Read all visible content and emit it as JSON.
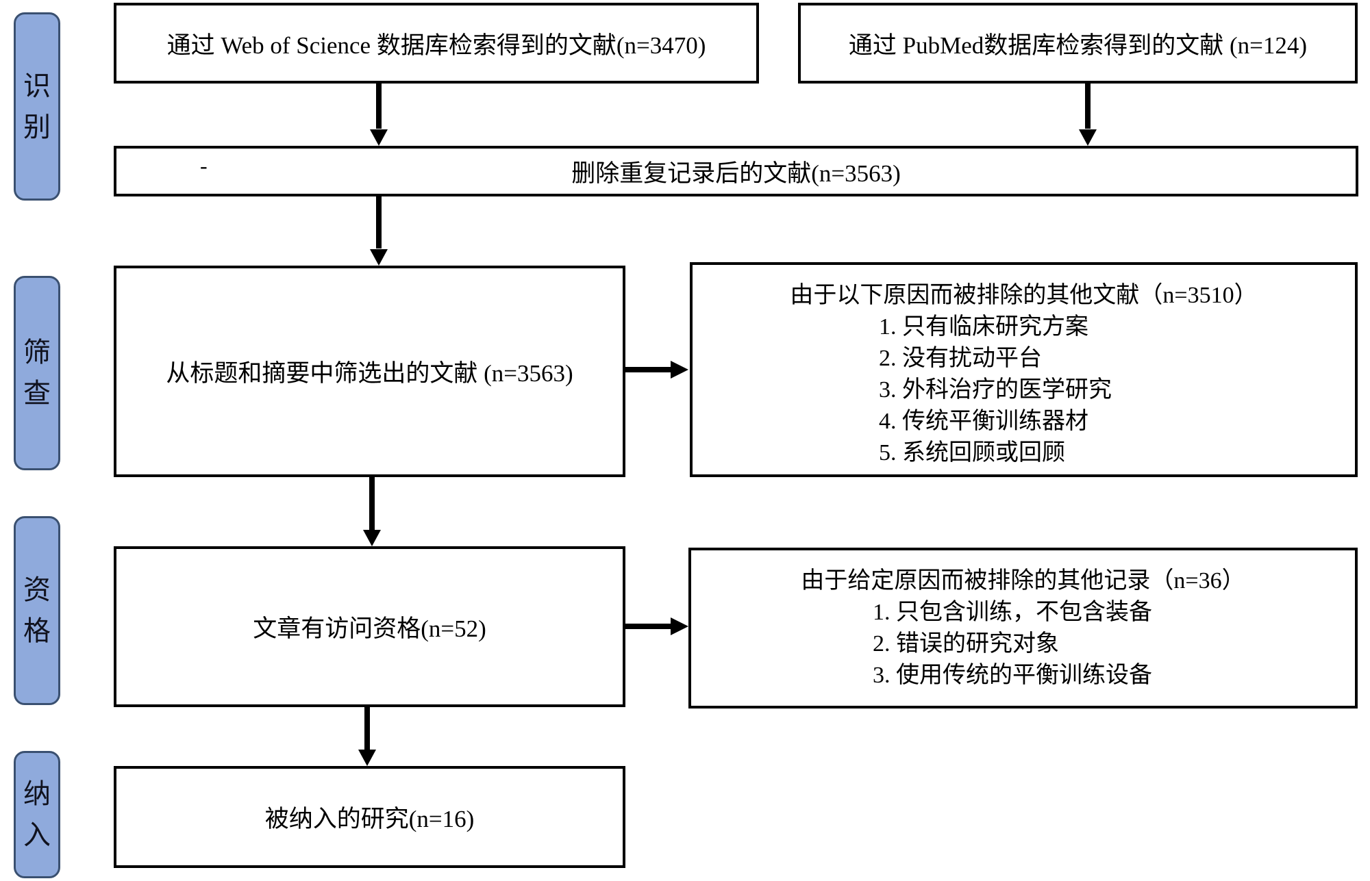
{
  "stages": [
    {
      "label": "识别"
    },
    {
      "label": "筛查"
    },
    {
      "label": "资格"
    },
    {
      "label": "纳入"
    }
  ],
  "boxes": {
    "source_wos": "通过 Web of Science 数据库检索得到的文献(n=3470)",
    "source_pubmed": "通过 PubMed数据库检索得到的文献 (n=124)",
    "deduplicated": "删除重复记录后的文献(n=3563)",
    "deduplicated_dash": "-",
    "title_abstract_screened": "从标题和摘要中筛选出的文献 (n=3563)",
    "eligible_fulltext": "文章有访问资格(n=52)",
    "included_studies": "被纳入的研究(n=16)"
  },
  "exclusion_screening": {
    "heading": "由于以下原因而被排除的其他文献（n=3510）",
    "items": [
      "1. 只有临床研究方案",
      "2. 没有扰动平台",
      "3. 外科治疗的医学研究",
      "4. 传统平衡训练器材",
      "5. 系统回顾或回顾"
    ]
  },
  "exclusion_eligibility": {
    "heading": "由于给定原因而被排除的其他记录（n=36）",
    "items": [
      "1. 只包含训练，不包含装备",
      "2. 错误的研究对象",
      "3. 使用传统的平衡训练设备"
    ]
  },
  "colors": {
    "stage_fill": "#8FAADC",
    "stage_border": "#3A5070",
    "box_border": "#000000"
  }
}
